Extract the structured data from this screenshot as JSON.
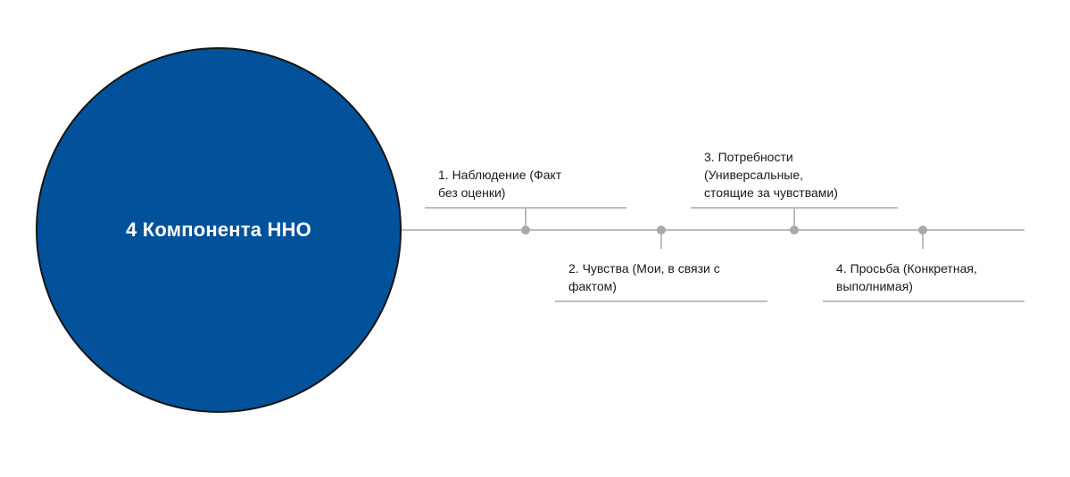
{
  "hub": {
    "title": "4 Компонента ННО"
  },
  "components": [
    {
      "line1": "1. Наблюдение (Факт",
      "line2": "без оценки)",
      "line3": ""
    },
    {
      "line1": "2. Чувства (Мои, в связи с",
      "line2": "фактом)",
      "line3": ""
    },
    {
      "line1": "3. Потребности",
      "line2": "(Универсальные,",
      "line3": "стоящие за чувствами)"
    },
    {
      "line1": "4. Просьба (Конкретная,",
      "line2": "выполнимая)",
      "line3": ""
    }
  ],
  "colors": {
    "hub_fill": "#02529b",
    "hub_border": "#141414",
    "hub_text": "#ffffff",
    "connector": "#bdbdbd",
    "node": "#a8a8a8",
    "label_text": "#1a1a1a"
  }
}
